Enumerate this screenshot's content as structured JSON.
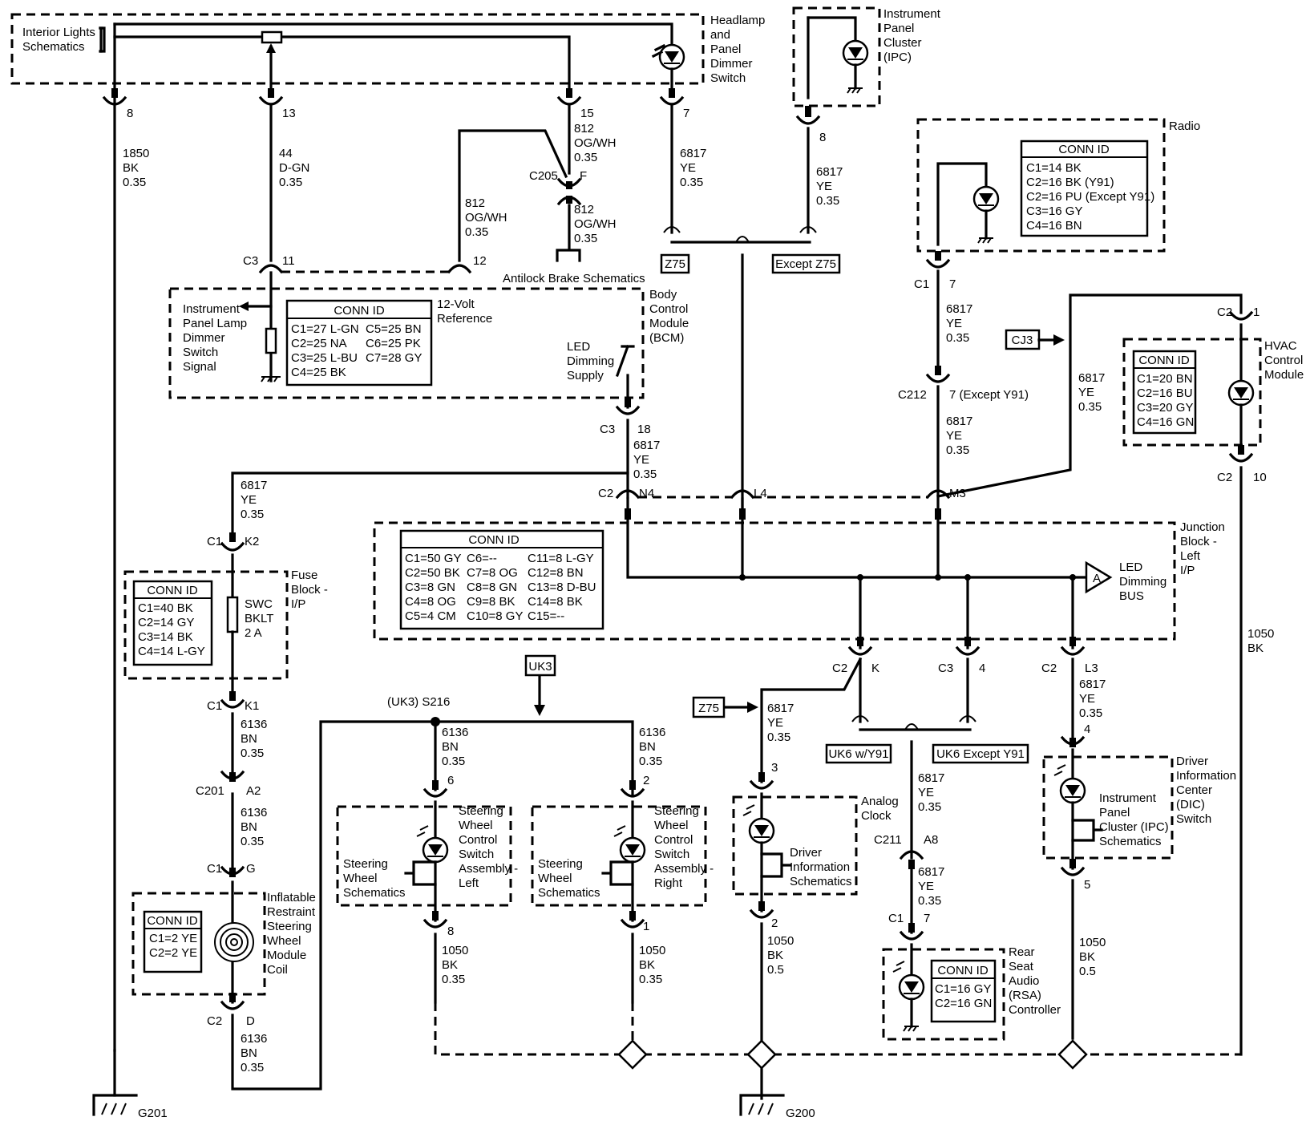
{
  "components": {
    "interior_lights": [
      "Interior Lights",
      "Schematics"
    ],
    "headlamp_switch": [
      "Headlamp",
      "and",
      "Panel",
      "Dimmer",
      "Switch"
    ],
    "ipc": [
      "Instrument",
      "Panel",
      "Cluster",
      "(IPC)"
    ],
    "radio": "Radio",
    "bcm": [
      "Body",
      "Control",
      "Module",
      "(BCM)"
    ],
    "bcm_reference": [
      "12-Volt",
      "Reference"
    ],
    "bcm_dimmer_signal": [
      "Instrument",
      "Panel Lamp",
      "Dimmer",
      "Switch",
      "Signal"
    ],
    "bcm_led_supply": [
      "LED",
      "Dimming",
      "Supply"
    ],
    "abs": "Antilock Brake Schematics",
    "hvac": [
      "HVAC",
      "Control",
      "Module"
    ],
    "junction_block": [
      "Junction",
      "Block -",
      "Left",
      "I/P"
    ],
    "led_bus": [
      "LED",
      "Dimming",
      "BUS"
    ],
    "fuse_block": [
      "Fuse",
      "Block -",
      "I/P"
    ],
    "fuse": [
      "SWC",
      "BKLT",
      "2 A"
    ],
    "inflatable": [
      "Inflatable",
      "Restraint",
      "Steering",
      "Wheel",
      "Module",
      "Coil"
    ],
    "swc_left": [
      "Steering",
      "Wheel",
      "Control",
      "Switch",
      "Assembly -",
      "Left"
    ],
    "swc_right": [
      "Steering",
      "Wheel",
      "Control",
      "Switch",
      "Assembly -",
      "Right"
    ],
    "sw_schem": [
      "Steering",
      "Wheel",
      "Schematics"
    ],
    "analog_clock": [
      "Analog",
      "Clock"
    ],
    "dic_schem": [
      "Driver",
      "Information",
      "Schematics"
    ],
    "rsa": [
      "Rear",
      "Seat",
      "Audio",
      "(RSA)",
      "Controller"
    ],
    "dic_switch": [
      "Driver",
      "Information",
      "Center",
      "(DIC)",
      "Switch"
    ],
    "ipc_schem": [
      "Instrument",
      "Panel",
      "Cluster (IPC)",
      "Schematics"
    ]
  },
  "conn_tables": {
    "radio": {
      "title": "CONN ID",
      "rows": [
        "C1=14 BK",
        "C2=16 BK (Y91)",
        "C2=16 PU (Except Y91)",
        "C3=16 GY",
        "C4=16 BN"
      ]
    },
    "bcm": {
      "title": "CONN ID",
      "col1": [
        "C1=27 L-GN",
        "C2=25 NA",
        "C3=25 L-BU",
        "C4=25 BK"
      ],
      "col2": [
        "C5=25 BN",
        "C6=25 PK",
        "C7=28 GY"
      ]
    },
    "hvac": {
      "title": "CONN ID",
      "rows": [
        "C1=20 BN",
        "C2=16 BU",
        "C3=20 GY",
        "C4=16 GN"
      ]
    },
    "junction": {
      "title": "CONN ID",
      "col1": [
        "C1=50 GY",
        "C2=50 BK",
        "C3=8 GN",
        "C4=8 OG",
        "C5=4 CM"
      ],
      "col2": [
        "C6=--",
        "C7=8 OG",
        "C8=8 GN",
        "C9=8 BK",
        "C10=8 GY"
      ],
      "col3": [
        "C11=8 L-GY",
        "C12=8 BN",
        "C13=8 D-BU",
        "C14=8 BK",
        "C15=--"
      ]
    },
    "fuse": {
      "title": "CONN ID",
      "rows": [
        "C1=40 BK",
        "C2=14 GY",
        "C3=14 BK",
        "C4=14 L-GY"
      ]
    },
    "inflatable": {
      "title": "CONN ID",
      "rows": [
        "C1=2 YE",
        "C2=2 YE"
      ]
    },
    "rsa": {
      "title": "CONN ID",
      "rows": [
        "C1=16 GY",
        "C2=16 GN"
      ]
    }
  },
  "wires": {
    "w1850": [
      "1850",
      "BK",
      "0.35"
    ],
    "w44": [
      "44",
      "D-GN",
      "0.35"
    ],
    "w812a": [
      "812",
      "OG/WH",
      "0.35"
    ],
    "w812b": [
      "812",
      "OG/WH",
      "0.35"
    ],
    "w812c": [
      "812",
      "OG/WH",
      "0.35"
    ],
    "w6817_hl": [
      "6817",
      "YE",
      "0.35"
    ],
    "w6817_ipc": [
      "6817",
      "YE",
      "0.35"
    ],
    "w6817_radio": [
      "6817",
      "YE",
      "0.35"
    ],
    "w6817_c212": [
      "6817",
      "YE",
      "0.35"
    ],
    "w6817_hvac": [
      "6817",
      "YE",
      "0.35"
    ],
    "w6817_bcm": [
      "6817",
      "YE",
      "0.35"
    ],
    "w6817_fuse": [
      "6817",
      "YE",
      "0.35"
    ],
    "w6136_k1": [
      "6136",
      "BN",
      "0.35"
    ],
    "w6136_a2": [
      "6136",
      "BN",
      "0.35"
    ],
    "w6136_d": [
      "6136",
      "BN",
      "0.35"
    ],
    "w6136_l": [
      "6136",
      "BN",
      "0.35"
    ],
    "w6136_r": [
      "6136",
      "BN",
      "0.35"
    ],
    "w6817_clock": [
      "6817",
      "YE",
      "0.35"
    ],
    "w6817_uk6": [
      "6817",
      "YE",
      "0.35"
    ],
    "w6817_rsa": [
      "6817",
      "YE",
      "0.35"
    ],
    "w6817_l3": [
      "6817",
      "YE",
      "0.35"
    ],
    "w1050_l": [
      "1050",
      "BK",
      "0.35"
    ],
    "w1050_r": [
      "1050",
      "BK",
      "0.35"
    ],
    "w1050_clock": [
      "1050",
      "BK",
      "0.5"
    ],
    "w1050_dic": [
      "1050",
      "BK",
      "0.5"
    ],
    "w1050_hvac": [
      "1050",
      "BK"
    ]
  },
  "pins": {
    "p8a": "8",
    "p13": "13",
    "p15": "15",
    "p7a": "7",
    "p8b": "8",
    "c3_11": [
      "C3",
      "11"
    ],
    "p12": "12",
    "c205": [
      "C205",
      "F"
    ],
    "c1_7": [
      "C1",
      "7"
    ],
    "c212": [
      "C212",
      "7 (Except Y91)"
    ],
    "c2_1": [
      "C2",
      "1"
    ],
    "c2_10": [
      "C2",
      "10"
    ],
    "c3_18": [
      "C3",
      "18"
    ],
    "c2_n4": [
      "C2",
      "N4"
    ],
    "l4": "L4",
    "m3": "M3",
    "c1_k2": [
      "C1",
      "K2"
    ],
    "c1_k1": [
      "C1",
      "K1"
    ],
    "c201": [
      "C201",
      "A2"
    ],
    "c1_g": [
      "C1",
      "G"
    ],
    "c2_d": [
      "C2",
      "D"
    ],
    "s216": "(UK3) S216",
    "p6": "6",
    "p2a": "2",
    "p8c": "8",
    "p1": "1",
    "c2_k": [
      "C2",
      "K"
    ],
    "c3_4": [
      "C3",
      "4"
    ],
    "c2_l3": [
      "C2",
      "L3"
    ],
    "p3": "3",
    "p2b": "2",
    "c211": [
      "C211",
      "A8"
    ],
    "c1_7b": [
      "C1",
      "7"
    ],
    "p4": "4",
    "p5": "5"
  },
  "options": {
    "z75_a": "Z75",
    "except_z75": "Except Z75",
    "cj3": "CJ3",
    "uk3": "UK3",
    "z75_b": "Z75",
    "uk6_y91": "UK6 w/Y91",
    "uk6_except": "UK6 Except Y91"
  },
  "bus_letter": "A",
  "grounds": {
    "g201": "G201",
    "g200": "G200"
  }
}
